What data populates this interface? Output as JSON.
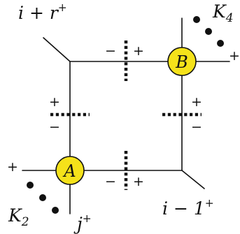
{
  "diagram": {
    "colors": {
      "line": "#111111",
      "vertex_fill": "#f5e21a",
      "background": "#ffffff"
    },
    "vertices": [
      {
        "name": "A",
        "label": "A"
      },
      {
        "name": "B",
        "label": "B"
      }
    ],
    "labels": {
      "top_left_base": "i + r",
      "top_left_sup": "+",
      "top_right_base": "K",
      "top_right_sub": "4",
      "bottom_left_base": "K",
      "bottom_left_sub": "2",
      "bottom_center_base": "j",
      "bottom_center_sup": "+",
      "bottom_right_base": "i − 1",
      "bottom_right_sup": "+"
    },
    "signs": {
      "top_cut_left": "−",
      "top_cut_right": "+",
      "bottom_cut_left": "−",
      "bottom_cut_right": "+",
      "left_cut_top": "+",
      "left_cut_bottom": "−",
      "right_cut_top": "+",
      "right_cut_bottom": "−",
      "vertex_a_left": "+",
      "vertex_b_right": "+"
    }
  }
}
